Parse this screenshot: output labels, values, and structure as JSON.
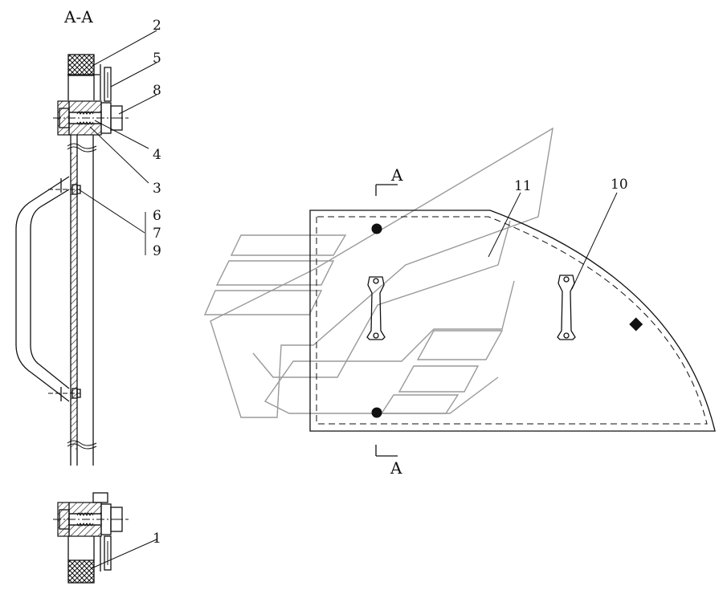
{
  "section_view": {
    "title": "A-A"
  },
  "section_markers": {
    "top": "A",
    "bottom": "A"
  },
  "callouts": {
    "c1": "1",
    "c2": "2",
    "c3": "3",
    "c4": "4",
    "c5": "5",
    "c6": "6",
    "c7": "7",
    "c8": "8",
    "c9": "9",
    "c10": "10",
    "c11": "11"
  },
  "colors": {
    "line": "#111111",
    "hidden_logo": "#9a9a9a",
    "background": "#ffffff"
  }
}
